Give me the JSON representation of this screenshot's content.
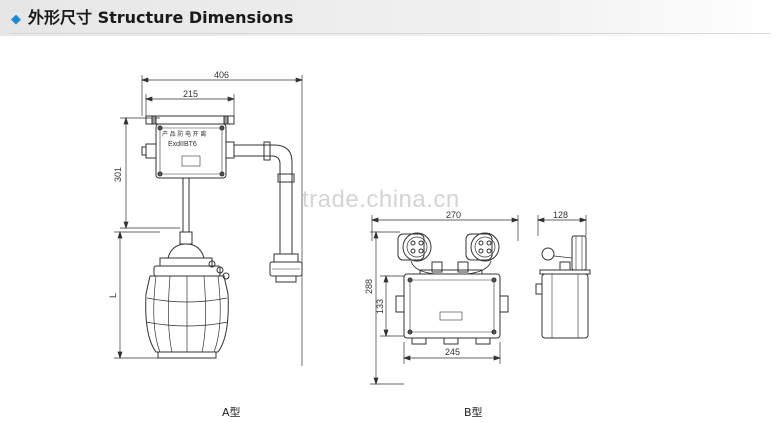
{
  "header": {
    "bullet": "◆",
    "title": "外形尺寸 Structure Dimensions"
  },
  "model_a": {
    "dim_width": "406",
    "dim_inner": "215",
    "dim_height": "301",
    "dim_length": "L",
    "plate_line1": "产 品 防 电 开 离",
    "plate_line2": "ExdIIBT6",
    "caption": "A型"
  },
  "model_b": {
    "dim_width": "270",
    "dim_box_width": "245",
    "dim_height": "288",
    "dim_box_height": "133",
    "dim_side_width": "128",
    "caption": "B型"
  },
  "watermark": "trade.china.cn"
}
